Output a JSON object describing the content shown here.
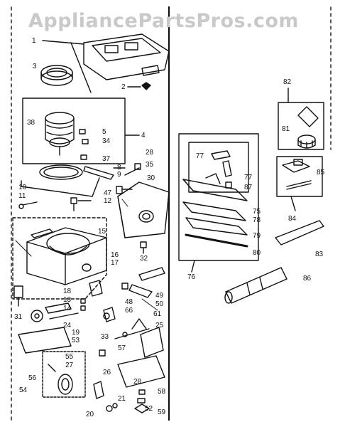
{
  "watermark": "AppliancePartsPros.com",
  "part_numbers": [
    "1",
    "2",
    "3",
    "4",
    "5",
    "8",
    "9",
    "10",
    "11",
    "12",
    "13",
    "14",
    "15",
    "16",
    "17",
    "18",
    "19",
    "20",
    "21",
    "24",
    "25",
    "26",
    "27",
    "28",
    "30",
    "31",
    "32",
    "33",
    "34",
    "35",
    "37",
    "38",
    "47",
    "48",
    "49",
    "50",
    "52",
    "53",
    "54",
    "55",
    "56",
    "57",
    "58",
    "59",
    "61",
    "66",
    "75",
    "76",
    "77",
    "78",
    "79",
    "80",
    "81",
    "82",
    "83",
    "84",
    "85",
    "86",
    "87"
  ]
}
